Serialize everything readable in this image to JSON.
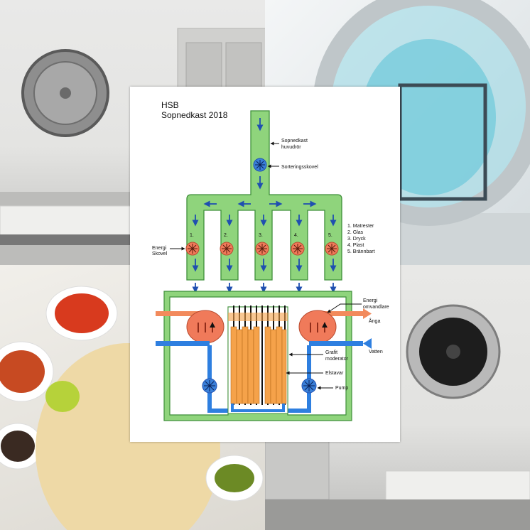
{
  "poster": {
    "title": "HSB",
    "subtitle": "Sopnedkast 2018"
  },
  "labels": {
    "main_pipe": [
      "Sopnedkast",
      "huvudrör"
    ],
    "sorting_fan": "Sorteringsskovel",
    "energy_fan": [
      "Energi",
      "Skovel"
    ],
    "heat_exchanger": [
      "Energi",
      "omvandlare"
    ],
    "steam": "Ånga",
    "water": "Vatten",
    "moderator": [
      "Grafit",
      "moderator"
    ],
    "rods": "Elstavar",
    "pump": "Pump"
  },
  "branches": [
    "1.",
    "2.",
    "3.",
    "4.",
    "5."
  ],
  "legend": [
    "1. Matrester",
    "2. Glas",
    "3. Dryck",
    "4. Plast",
    "5. Brännbart"
  ],
  "colors": {
    "pipe_green": "#8fd47c",
    "pipe_outline": "#3f8f3a",
    "arrow_blue": "#1f4fb0",
    "fan_blue": "#3a7fd8",
    "fan_orange": "#f07a5a",
    "hot_orange": "#f28a5c",
    "cold_blue": "#2e7fe0",
    "rod_orange": "#f5a24a"
  }
}
